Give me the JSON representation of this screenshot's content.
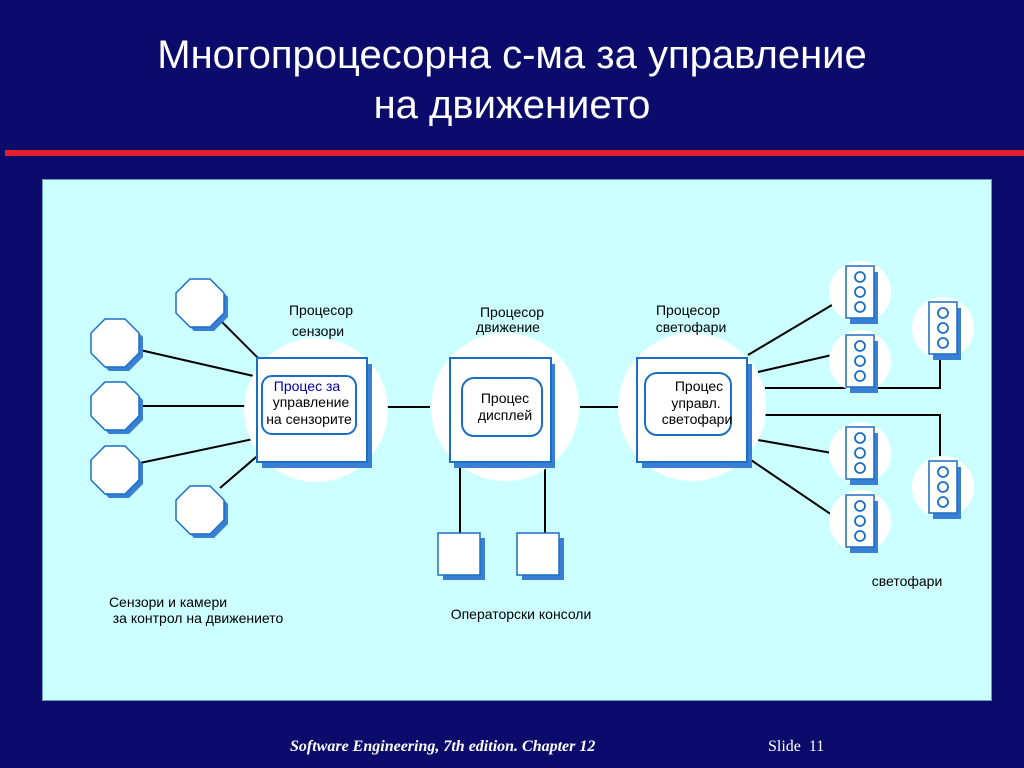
{
  "slide": {
    "title_lines": [
      "Многопроцесорна с-ма за управление",
      "на движението"
    ],
    "footer_book": "Software Engineering, 7th edition. Chapter 12",
    "footer_slide_label": "Slide",
    "footer_slide_number": "11"
  },
  "diagram": {
    "processors": {
      "sensor": {
        "label_line1": "Процесор",
        "label_line2": "сензори",
        "process_line1": "Процес за",
        "process_line2": "управление",
        "process_line3": "на сензорите"
      },
      "movement": {
        "label_line1": "Процесор",
        "label_line2": "движение",
        "process_line1": "Процес",
        "process_line2": "дисплей"
      },
      "lights": {
        "label_line1": "Процесор",
        "label_line2": "светофари",
        "process_line1": "Процес",
        "process_line2": "управл.",
        "process_line3": "светофари"
      }
    },
    "group_labels": {
      "sensors_line1": "Сензори и камери",
      "sensors_line2": "за контрол на движението",
      "consoles": "Операторски консоли",
      "traffic_lights": "светофари"
    }
  },
  "colors": {
    "background": "#0b0b6b",
    "accent_line": "#e0202a",
    "panel": "#ccffff",
    "shape_border": "#1a6fc4",
    "shape_shadow": "#3a7fd6",
    "connector": "#000000",
    "process_label": "#0000aa"
  }
}
